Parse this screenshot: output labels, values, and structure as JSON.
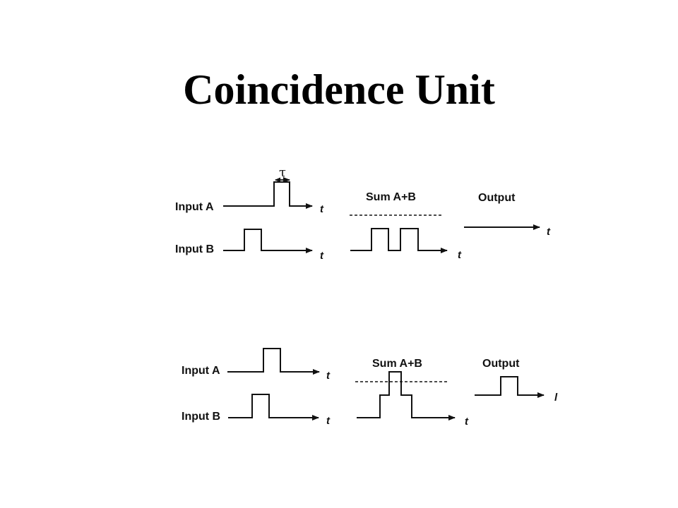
{
  "title": "Coincidence Unit",
  "top_panel": {
    "input_a_label": "Input A",
    "input_b_label": "Input B",
    "sum_label": "Sum A+B",
    "output_label": "Output",
    "time_label": "t",
    "pulse_width_symbol": "τ"
  },
  "bottom_panel": {
    "input_a_label": "Input A",
    "input_b_label": "Input B",
    "sum_label": "Sum A+B",
    "output_label": "Output",
    "time_label": "t",
    "output_time_label": "l"
  },
  "colors": {
    "background": "#ffffff",
    "ink": "#111111"
  }
}
